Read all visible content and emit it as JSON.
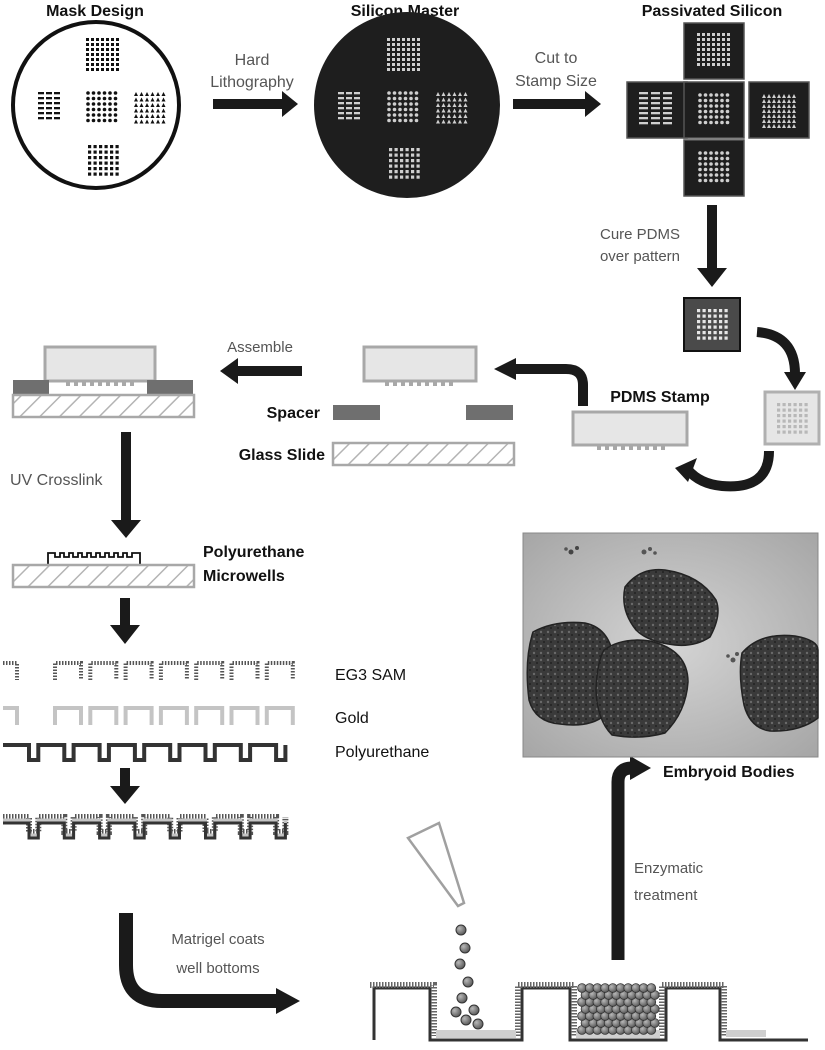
{
  "labels": {
    "mask_design": "Mask Design",
    "silicon_master": "Silicon Master",
    "passivated_silicon": "Passivated Silicon",
    "hard_lithography_1": "Hard",
    "hard_lithography_2": "Lithography",
    "cut_to_stamp_1": "Cut to",
    "cut_to_stamp_2": "Stamp Size",
    "cure_pdms_1": "Cure PDMS",
    "cure_pdms_2": "over pattern",
    "assemble": "Assemble",
    "pdms_stamp": "PDMS Stamp",
    "spacer": "Spacer",
    "glass_slide": "Glass Slide",
    "uv_crosslink": "UV Crosslink",
    "polyurethane_microwells_1": "Polyurethane",
    "polyurethane_microwells_2": "Microwells",
    "eg3_sam": "EG3 SAM",
    "gold": "Gold",
    "polyurethane": "Polyurethane",
    "embryoid_bodies": "Embryoid Bodies",
    "enzymatic_1": "Enzymatic",
    "enzymatic_2": "treatment",
    "matrigel_1": "Matrigel coats",
    "matrigel_2": "well bottoms"
  },
  "colors": {
    "arrow": "#1a1a1a",
    "silicon": "#1e1e1e",
    "pdms_stamp": "#e6e6e6",
    "stamp_outline": "#a8a8a8",
    "spacer": "#6f6f6f",
    "gold": "#c4c4c4",
    "polyurethane": "#333333",
    "eg3_sam": "#555555"
  }
}
